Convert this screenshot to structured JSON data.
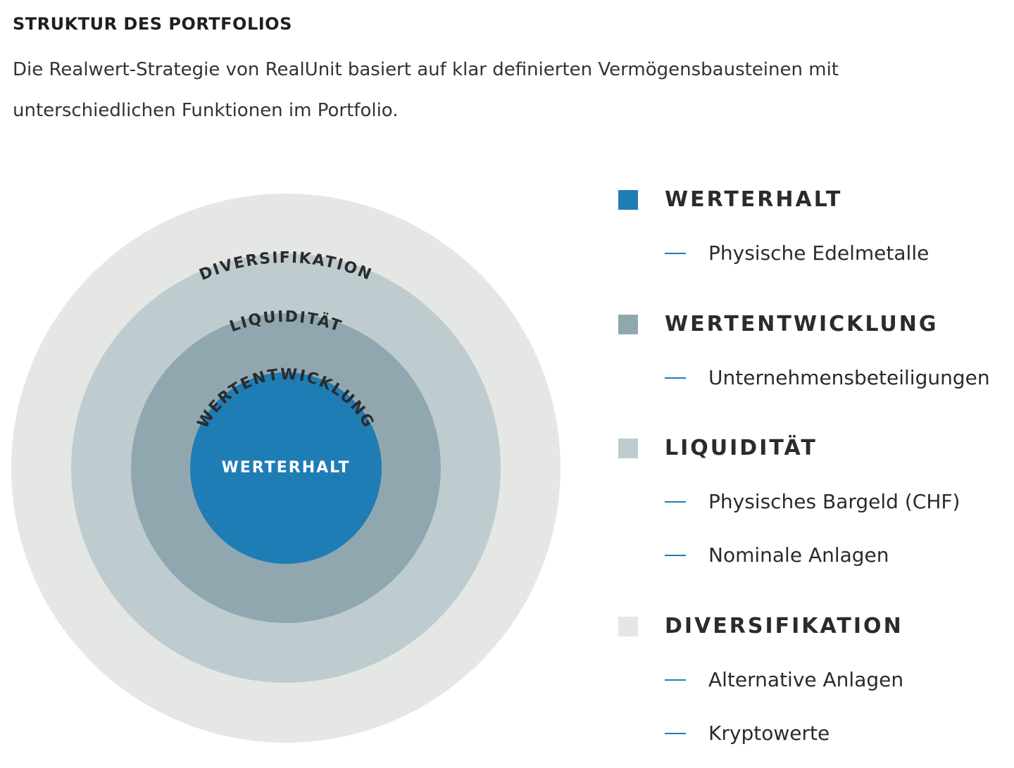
{
  "heading": "STRUKTUR DES PORTFOLIOS",
  "intro": "Die Realwert-Strategie von RealUnit basiert auf klar definierten Vermögensbausteinen mit unterschiedlichen Funktionen im Portfolio.",
  "colors": {
    "werterhalt": "#1f7db5",
    "wertentwicklung": "#91a7af",
    "liquiditaet": "#bfcccf",
    "diversifikation": "#e5e7e5",
    "dash": "#1f7db5",
    "ring_text": "#2b2b2b",
    "core_text": "#ffffff"
  },
  "diagram": {
    "rings": [
      {
        "id": "diversifikation",
        "label": "DIVERSIFIKATION"
      },
      {
        "id": "liquiditaet",
        "label": "LIQUIDITÄT"
      },
      {
        "id": "wertentwicklung",
        "label": "WERTENTWICKLUNG"
      },
      {
        "id": "werterhalt",
        "label": "WERTERHALT"
      }
    ]
  },
  "legend": [
    {
      "title": "WERTERHALT",
      "color": "#1f7db5",
      "items": [
        "Physische Edelmetalle"
      ]
    },
    {
      "title": "WERTENTWICKLUNG",
      "color": "#91a7af",
      "items": [
        "Unternehmensbeteiligungen"
      ]
    },
    {
      "title": "LIQUIDITÄT",
      "color": "#bfcccf",
      "items": [
        "Physisches Bargeld (CHF)",
        "Nominale Anlagen"
      ]
    },
    {
      "title": "DIVERSIFIKATION",
      "color": "#e5e7e5",
      "items": [
        "Alternative Anlagen",
        "Kryptowerte"
      ]
    }
  ]
}
